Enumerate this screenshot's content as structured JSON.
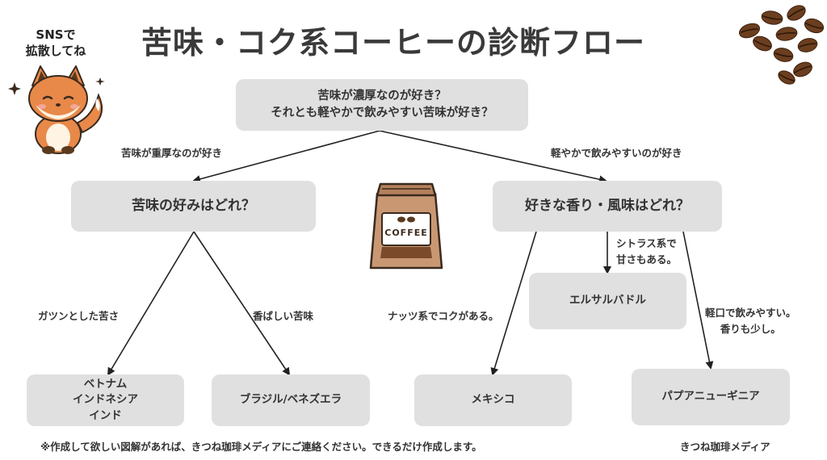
{
  "title": "苦味・コク系コーヒーの診断フロー",
  "sns_badge": "SNSで\n拡散してね",
  "question_root": "苦味が濃厚なのが好き？\nそれとも軽やかで飲みやすい苦味が好き？",
  "branch_left_label": "苦味が重厚なのが好き",
  "branch_right_label": "軽やかで飲みやすいのが好き",
  "question_left": "苦味の好みはどれ？",
  "question_right": "好きな香り・風味はどれ？",
  "bag_label": "COFFEE",
  "options": [
    {
      "label": "ガツンとした苦さ",
      "result": "ベトナム\nインドネシア\nインド"
    },
    {
      "label": "香ばしい苦味",
      "result": "ブラジル/ベネズエラ"
    },
    {
      "label": "ナッツ系でコクがある。",
      "result": "メキシコ"
    },
    {
      "label": "シトラス系で\n甘さもある。",
      "result": "エルサルバドル"
    },
    {
      "label": "軽口で飲みやすい。\n香りも少し。",
      "result": "パプアニューギニア"
    }
  ],
  "footer_note": "※作成して欲しい図解があれば、きつね珈琲メディアにご連絡ください。できるだけ作成します。",
  "footer_brand": "きつね珈琲メディア",
  "colors": {
    "box": "#e0e0e0",
    "text": "#333333",
    "line": "#222222",
    "fox": "#e8894a",
    "bean": "#6b3e1f"
  }
}
